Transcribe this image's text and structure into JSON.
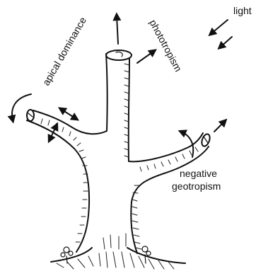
{
  "labels": {
    "light": "light",
    "apical_dominance": "apical dominance",
    "phototropism": "phototropism",
    "negative": "negative",
    "geotropism": "geotropism"
  },
  "colors": {
    "ink": "#111111",
    "background": "#ffffff"
  },
  "icons": {
    "light_arrows": "arrow-down-left-icon",
    "growth_arrows": "arrow-icon",
    "rotation_arrow": "curved-arrow-icon"
  }
}
